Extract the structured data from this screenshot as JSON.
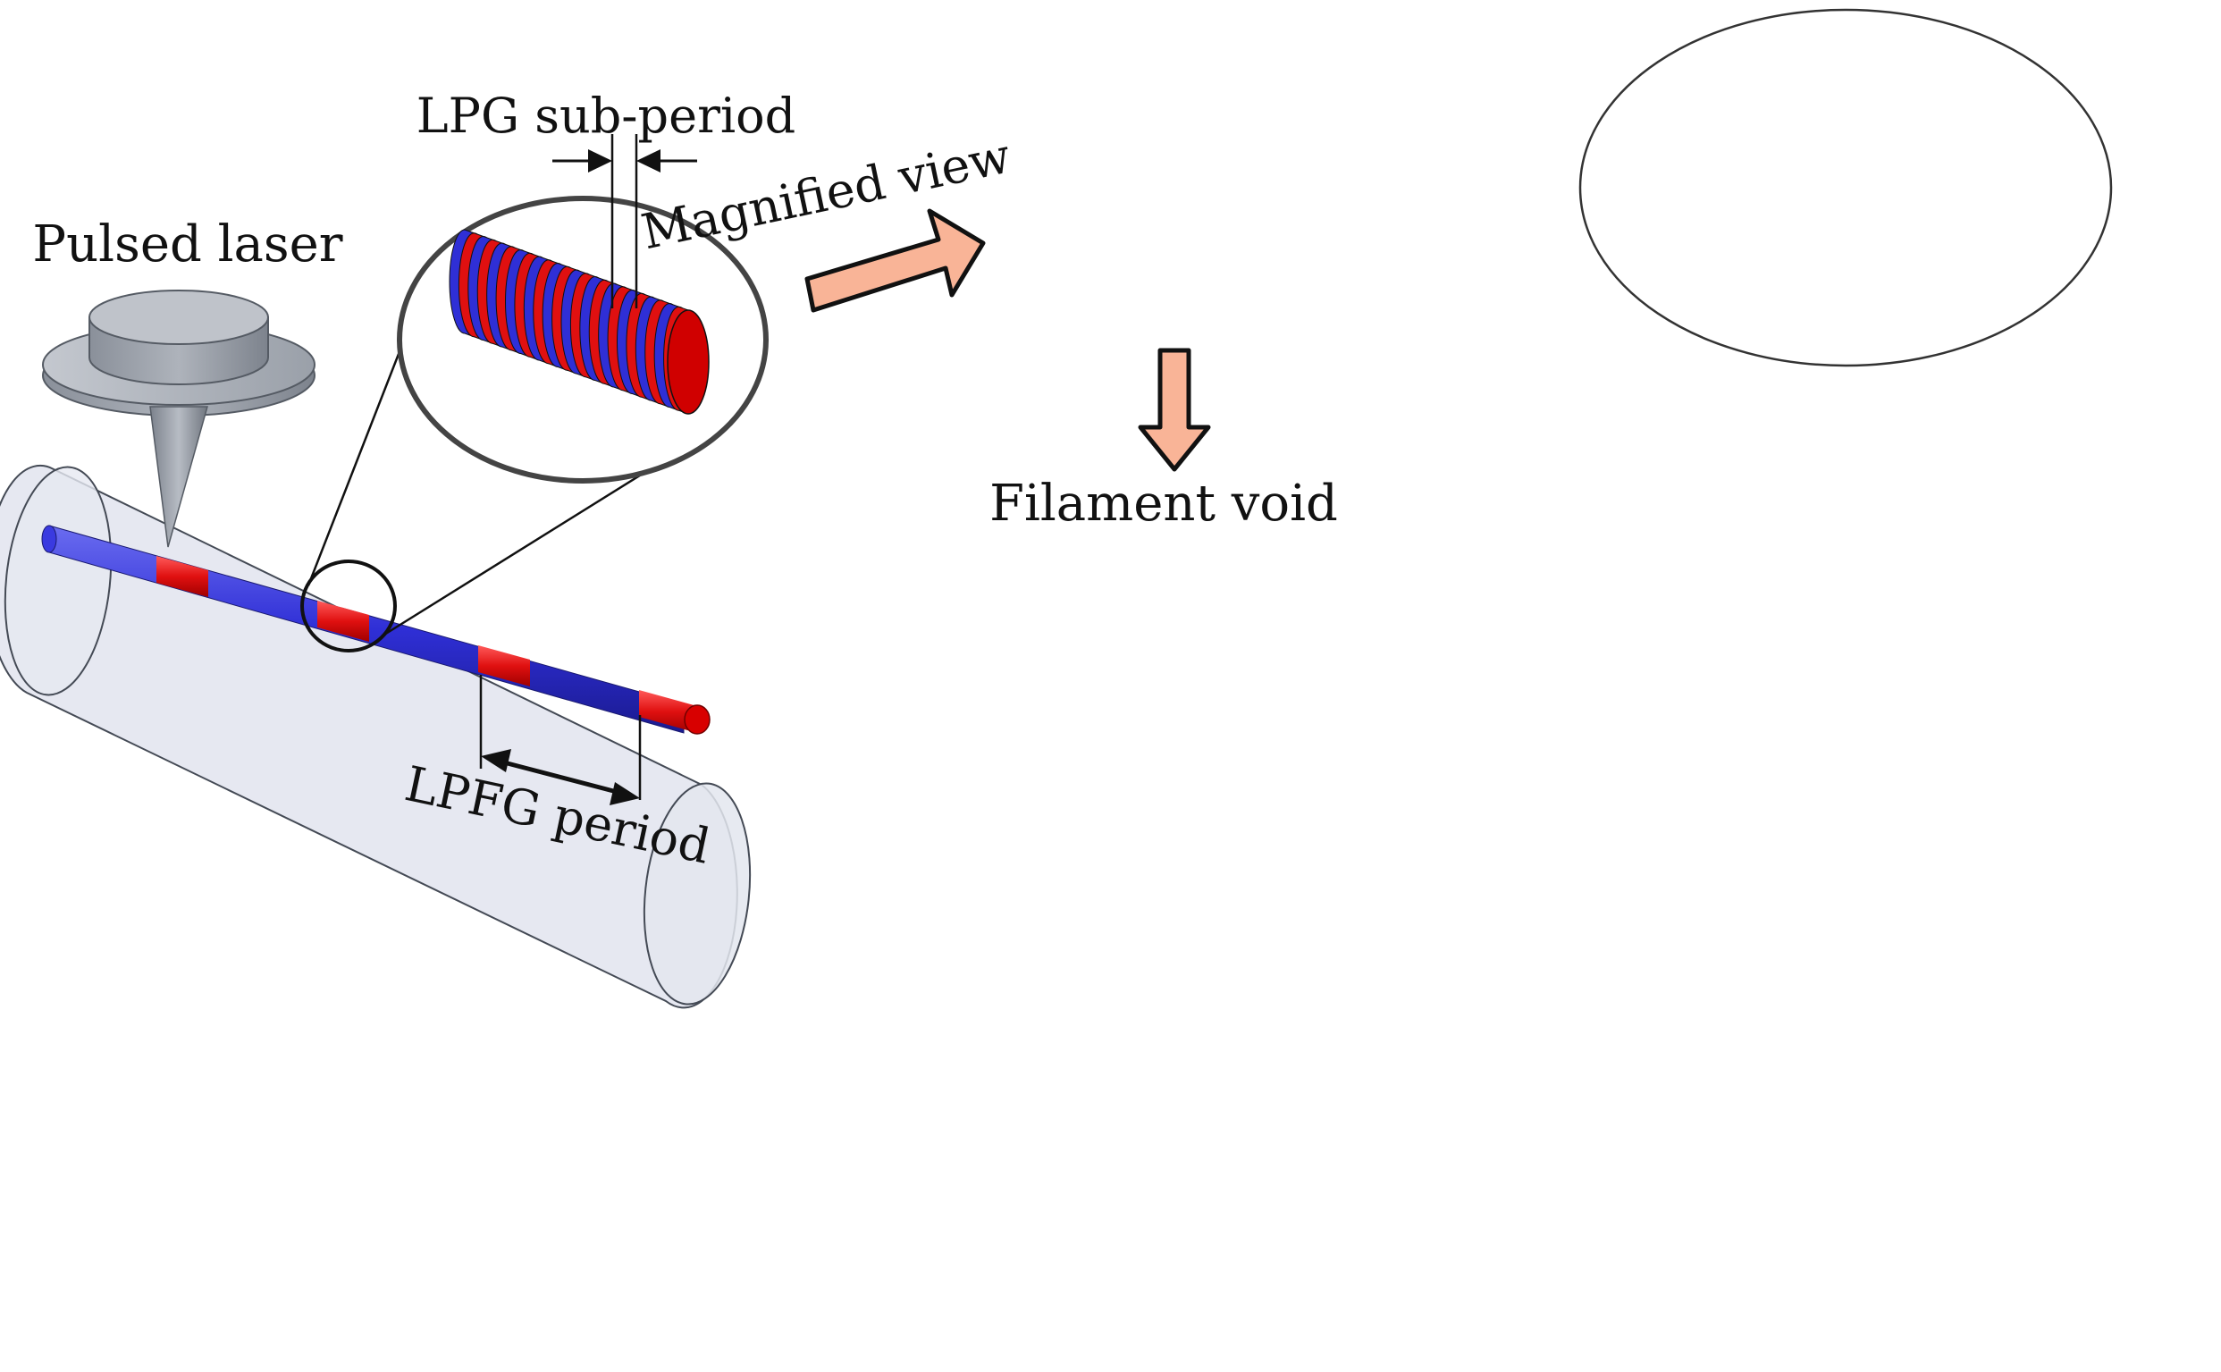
{
  "labels": {
    "pulsed_laser": "Pulsed laser",
    "lpg_sub_period": "LPG sub-period",
    "magnified_view": "Magnified view",
    "filament_void": "Filament void",
    "lpfg_period": "LPFG period"
  },
  "colors": {
    "core_blue": "#2f2fd6",
    "grating_red": "#e01010",
    "fiber_cladding": "#dde0ec",
    "laser_head": "#9da3ad",
    "arrow_fill": "#f9b497"
  }
}
